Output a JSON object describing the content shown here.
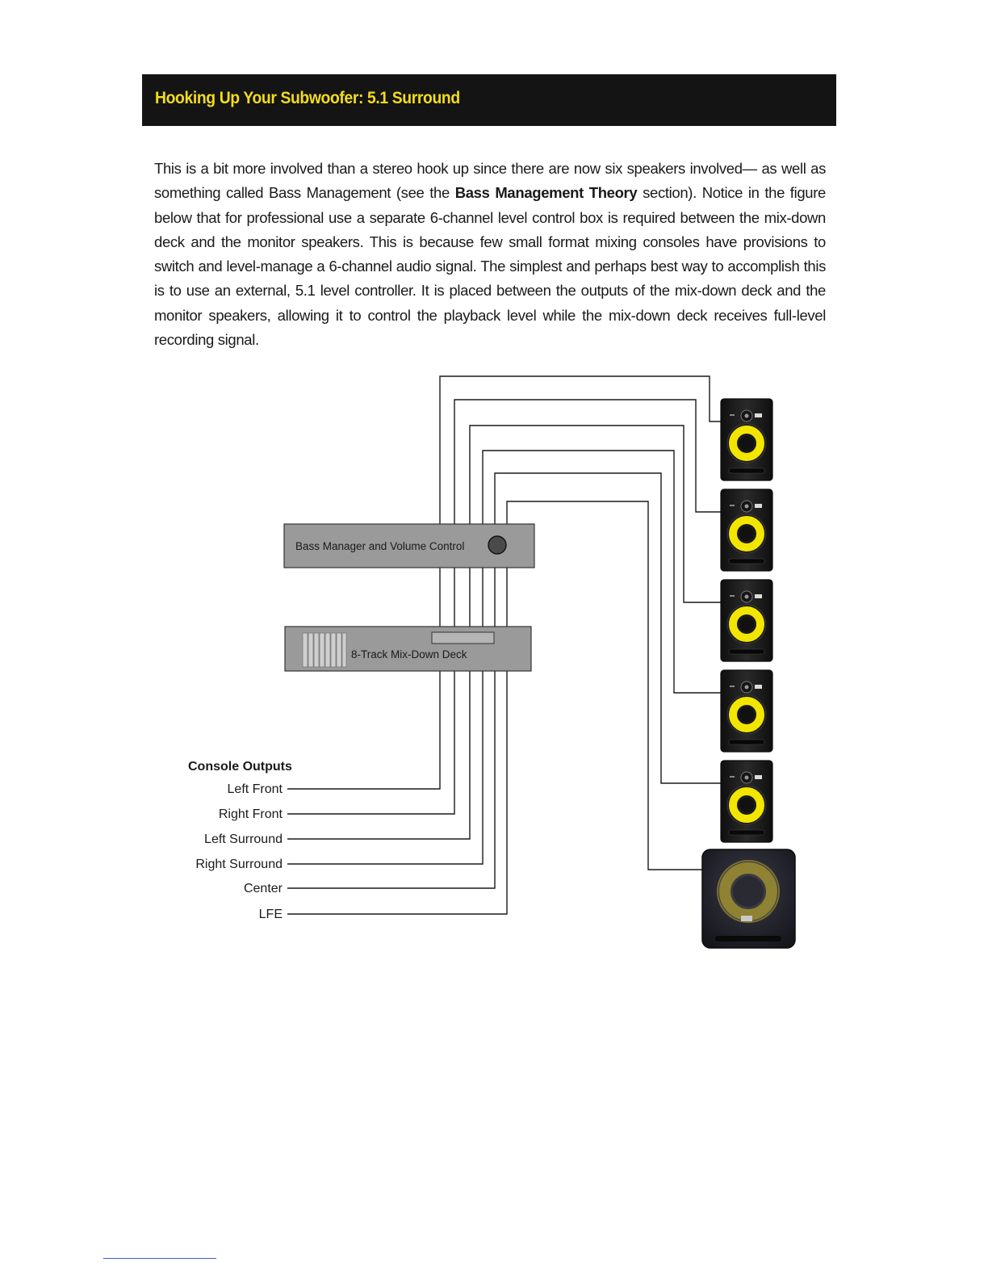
{
  "header": {
    "title": "Hooking Up Your Subwoofer: 5.1 Surround"
  },
  "body": {
    "part1": "This is a bit more involved than a stereo hook up since there are now six speakers involved— as well as something called Bass Management (see the ",
    "link_text": "Bass Management Theory",
    "part2": " section). Notice in the figure below that for professional use a separate 6-channel level control box is required between the mix-down deck and the monitor speakers. This is because few small format mixing consoles have provisions to switch and level-manage a 6-channel audio signal. The simplest and perhaps best way to accomplish this is to use an external, 5.1 level controller. It is placed between the outputs of the mix-down deck and the monitor speakers, allowing it to control the playback level while the mix-down deck receives full-level recording signal."
  },
  "diagram": {
    "bass_manager_label": "Bass Manager and Volume Control",
    "deck_label": "8-Track Mix-Down Deck",
    "console_outputs_title": "Console Outputs",
    "outputs": [
      "Left Front",
      "Right Front",
      "Left Surround",
      "Right Surround",
      "Center",
      "LFE"
    ],
    "colors": {
      "speaker_cone": "#f2e600",
      "speaker_body": "#1f1f1f",
      "box_fill": "#9a9a9a",
      "header_bg": "#141414",
      "header_text": "#f2dc1c"
    }
  }
}
